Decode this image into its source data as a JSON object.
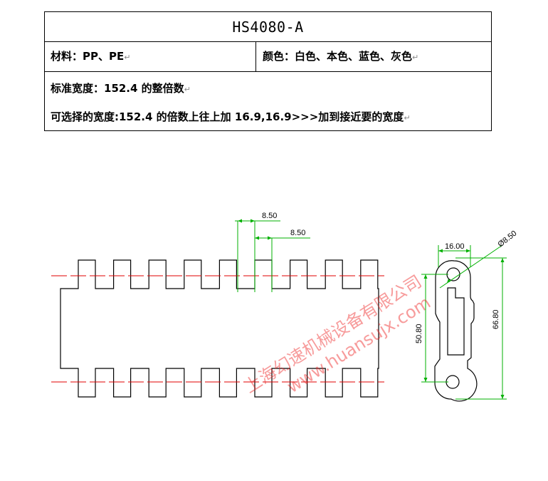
{
  "header": {
    "model": "HS4080-A"
  },
  "properties": {
    "material": "材料：PP、PE",
    "color": "颜色：白色、本色、蓝色、灰色"
  },
  "notes": {
    "standard_width": "标准宽度：152.4 的整倍数",
    "optional_width": "可选择的宽度:152.4 的倍数上往上加 16.9,16.9>>>加到接近要的宽度"
  },
  "paragraph_mark": "↵",
  "drawing": {
    "dimensions": {
      "pitch_1": "8.50",
      "pitch_2": "8.50",
      "end_width": "16.00",
      "hole_diameter": "Ø8.50",
      "inner_height": "50.80",
      "overall_height": "66.80"
    },
    "colors": {
      "outline": "#000000",
      "center_line": "#e00000",
      "dimension": "#00b000"
    }
  },
  "watermark": {
    "text": "上海幻速机械设备有限公司",
    "url": "www.huansujx.com"
  }
}
